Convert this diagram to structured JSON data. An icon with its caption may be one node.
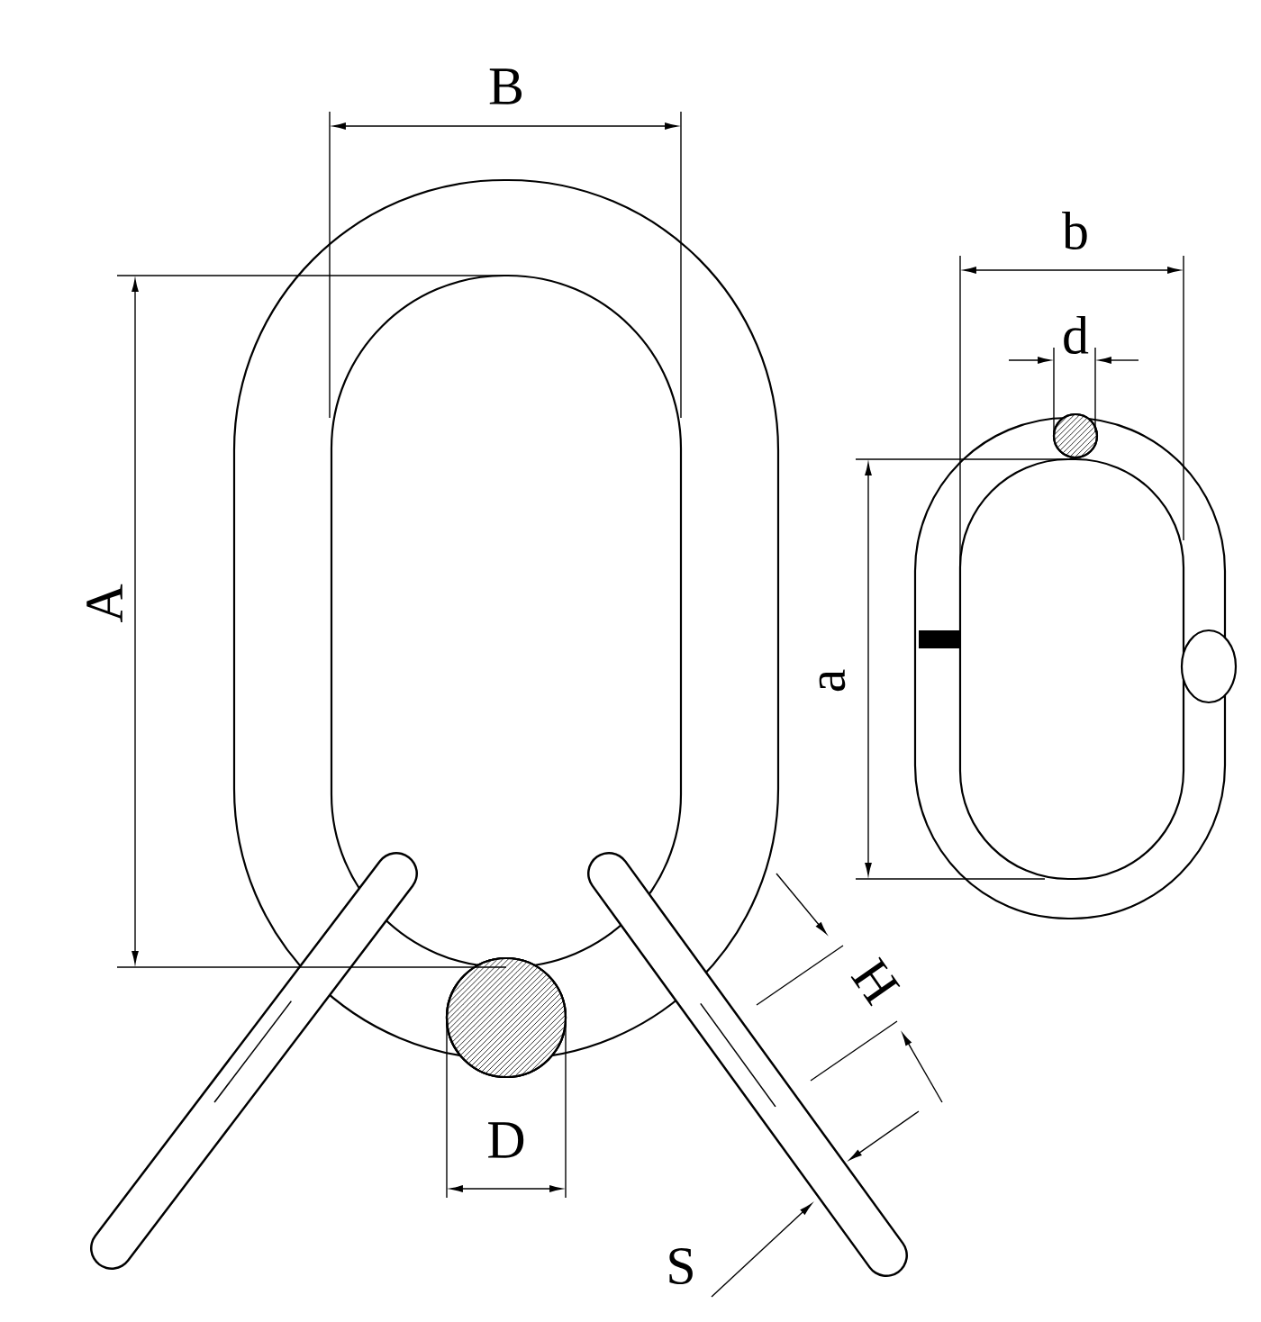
{
  "diagram": {
    "labels": [
      "B",
      "A",
      "b",
      "d",
      "a",
      "H",
      "D",
      "S"
    ]
  }
}
